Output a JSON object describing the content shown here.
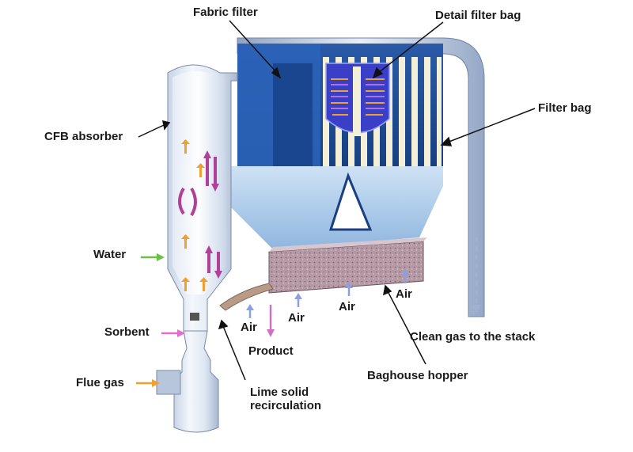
{
  "labels": {
    "fabric_filter": "Fabric filter",
    "detail_filter_bag": "Detail filter bag",
    "filter_bag": "Filter bag",
    "cfb_absorber": "CFB absorber",
    "water": "Water",
    "sorbent": "Sorbent",
    "flue_gas": "Flue gas",
    "lime_solid_line1": "Lime solid",
    "lime_solid_line2": "recirculation",
    "product": "Product",
    "air": "Air",
    "clean_gas": "Clean gas to the stack",
    "baghouse_hopper": "Baghouse hopper"
  },
  "colors": {
    "water_arrow": "#6cc04a",
    "sorbent_arrow": "#e070c8",
    "flue_gas_arrow": "#f0a030",
    "air_arrow": "#8aa0e0",
    "product_arrow": "#d070c0",
    "filter_body": "#1f4f99",
    "hopper": "#b7d4f0",
    "bags": "#f2f0d6",
    "recirc_bed": "#b89aa8"
  }
}
